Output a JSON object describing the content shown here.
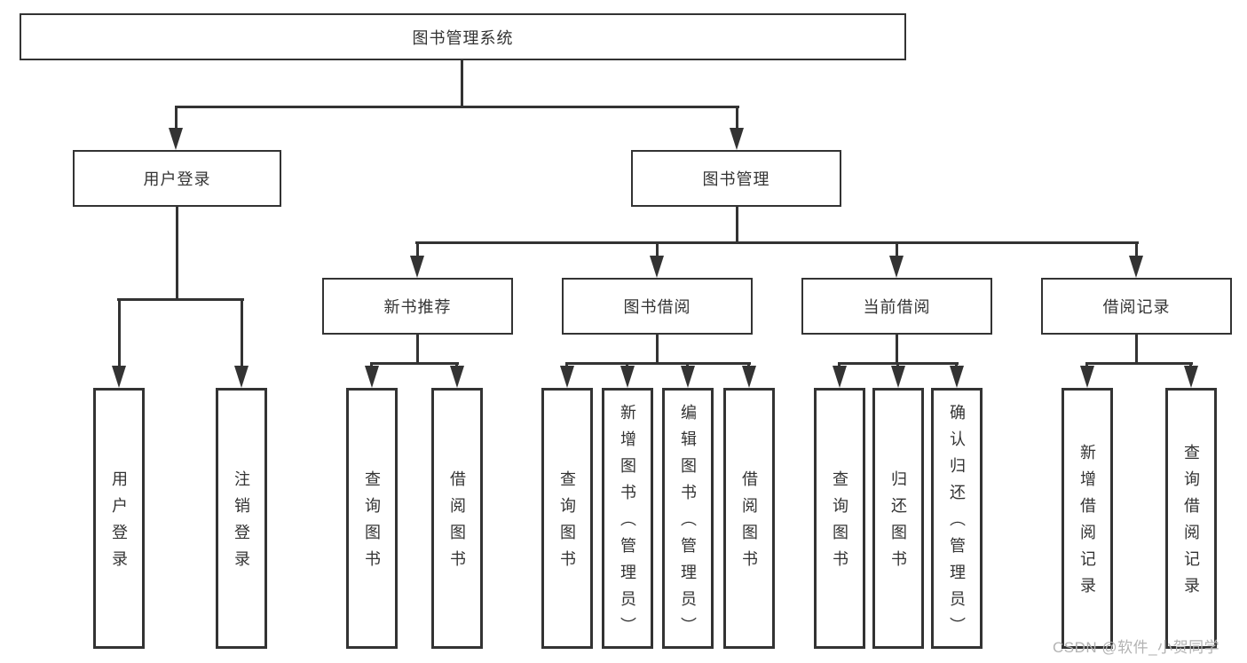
{
  "tree": {
    "root": {
      "label": "图书管理系统"
    },
    "branches": [
      {
        "label": "用户登录",
        "children": [
          {
            "label": "用户登录"
          },
          {
            "label": "注销登录"
          }
        ]
      },
      {
        "label": "图书管理",
        "children": [
          {
            "label": "新书推荐",
            "children": [
              {
                "label": "查询图书"
              },
              {
                "label": "借阅图书"
              }
            ]
          },
          {
            "label": "图书借阅",
            "children": [
              {
                "label": "查询图书"
              },
              {
                "label": "新增图书（管理员）"
              },
              {
                "label": "编辑图书（管理员）"
              },
              {
                "label": "借阅图书"
              }
            ]
          },
          {
            "label": "当前借阅",
            "children": [
              {
                "label": "查询图书"
              },
              {
                "label": "归还图书"
              },
              {
                "label": "确认归还（管理员）"
              }
            ]
          },
          {
            "label": "借阅记录",
            "children": [
              {
                "label": "新增借阅记录"
              },
              {
                "label": "查询借阅记录"
              }
            ]
          }
        ]
      }
    ]
  },
  "watermark": "CSDN @软件_小贺同学",
  "colors": {
    "line": "#333333",
    "text": "#333333",
    "background": "#ffffff",
    "watermark": "#b3b3b3"
  }
}
